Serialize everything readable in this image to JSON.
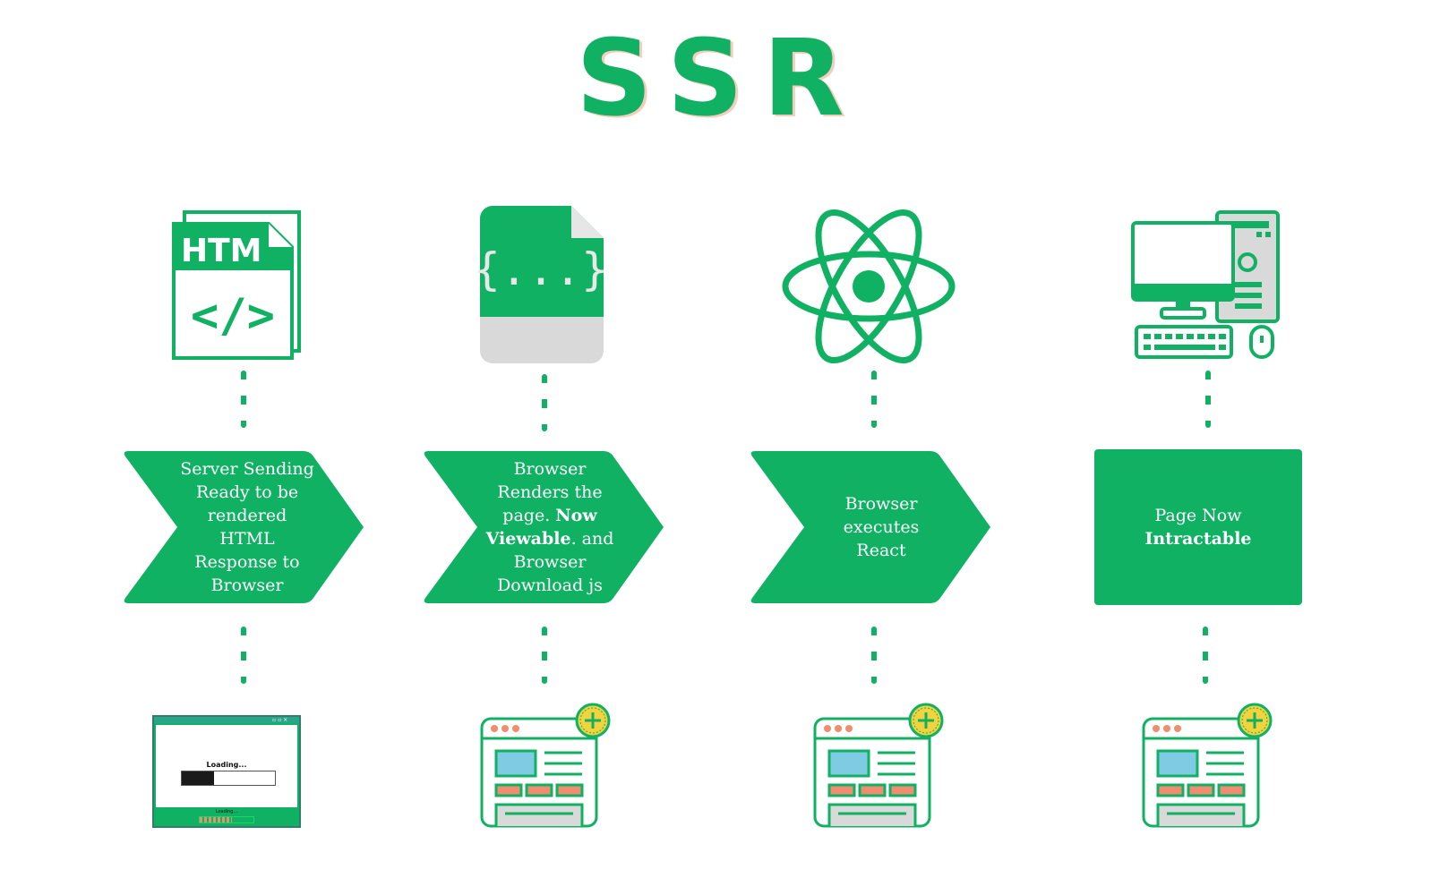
{
  "title": "SSR",
  "steps": [
    {
      "lines": [
        "Server Sending",
        "Ready to be",
        "rendered",
        "HTML",
        "Response to",
        "Browser"
      ]
    },
    {
      "line1": "Browser",
      "line2": "Renders the",
      "line3a": "page. ",
      "line3b": "Now",
      "line4a": "Viewable",
      "line4b": ". and",
      "line5": "Browser",
      "line6": "Download js"
    },
    {
      "lines": [
        "Browser",
        "executes",
        "React"
      ]
    },
    {
      "line1": "Page Now",
      "line2": "Intractable"
    }
  ],
  "icons": {
    "html_file_label": "HTM",
    "html_code_glyph": "</>",
    "json_file_glyph": "{...}"
  },
  "loading_window": {
    "label": "Loading...",
    "progress": 0.35,
    "footer_label": "Loading..."
  },
  "colors": {
    "accent": "#10b163",
    "gray": "#d9d9d9",
    "salmon": "#f08c6f",
    "sky": "#7ecbe3",
    "yellow": "#f2d33d"
  }
}
